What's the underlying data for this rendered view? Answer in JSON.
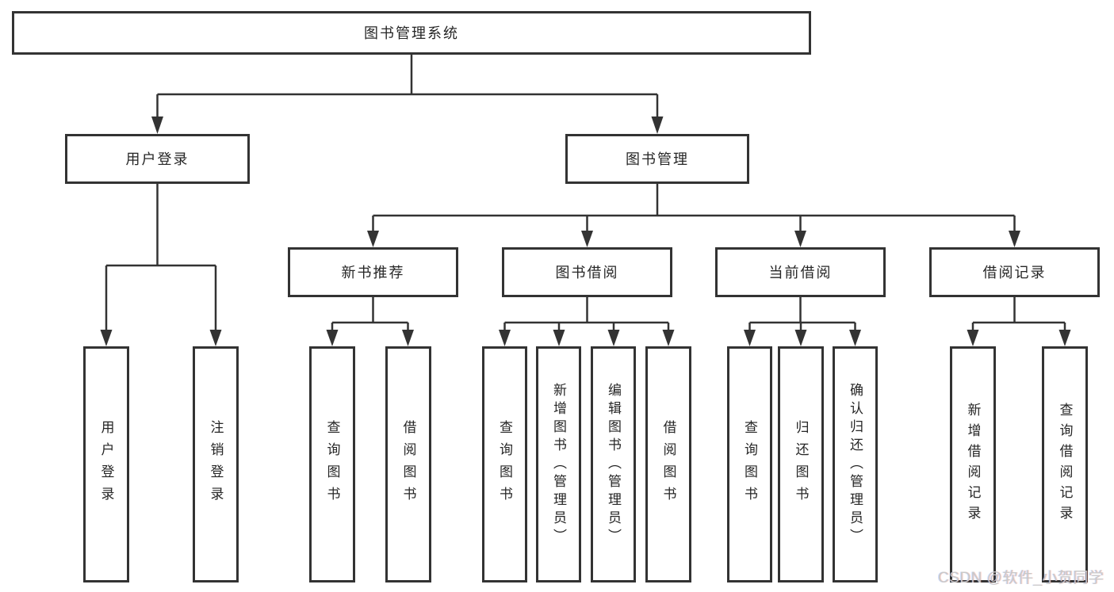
{
  "diagram": {
    "root": {
      "label": "图书管理系统"
    },
    "branches": [
      {
        "label": "用户登录",
        "leaves": [
          {
            "label": "用户登录"
          },
          {
            "label": "注销登录"
          }
        ]
      },
      {
        "label": "图书管理",
        "groups": [
          {
            "label": "新书推荐",
            "leaves": [
              {
                "label": "查询图书"
              },
              {
                "label": "借阅图书"
              }
            ]
          },
          {
            "label": "图书借阅",
            "leaves": [
              {
                "label": "查询图书"
              },
              {
                "label": "新增图书（管理员）"
              },
              {
                "label": "编辑图书（管理员）"
              },
              {
                "label": "借阅图书"
              }
            ]
          },
          {
            "label": "当前借阅",
            "leaves": [
              {
                "label": "查询图书"
              },
              {
                "label": "归还图书"
              },
              {
                "label": "确认归还（管理员）"
              }
            ]
          },
          {
            "label": "借阅记录",
            "leaves": [
              {
                "label": "新增借阅记录"
              },
              {
                "label": "查询借阅记录"
              }
            ]
          }
        ]
      }
    ]
  },
  "watermark": {
    "text": "CSDN @软件_小贺同学"
  },
  "colors": {
    "line": "#333333",
    "text": "#262626",
    "watermark": "#c9c9c9",
    "background": "#ffffff"
  }
}
